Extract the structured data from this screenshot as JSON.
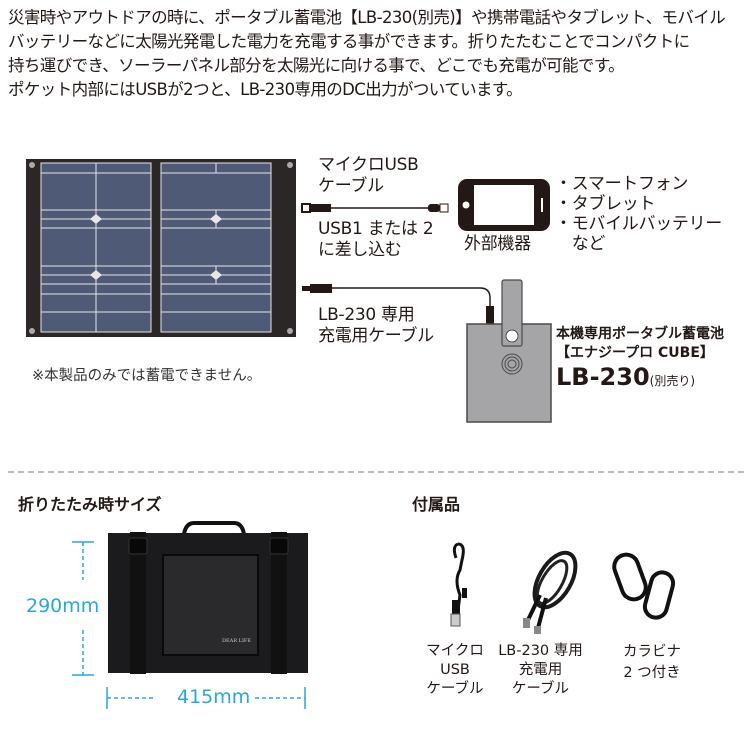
{
  "intro": {
    "lines": [
      "災害時やアウトドアの時に、ポータブル蓄電池【LB-230(別売)】や携帯電話やタブレット、モバイル",
      "バッテリーなどに太陽光発電した電力を充電する事ができます。折りたたむことでコンパクトに",
      "持ち運びでき、ソーラーパネル部分を太陽光に向ける事で、どこでも充電が可能です。",
      "ポケット内部にはUSBが2つと、LB-230専用のDC出力がついています。"
    ]
  },
  "diagram": {
    "usb_cable_label": [
      "マイクロUSB",
      "ケーブル"
    ],
    "usb_plug_label": [
      "USB1 または 2",
      "に差し込む"
    ],
    "device_label": "外部機器",
    "device_list": [
      "・スマートフォン",
      "・タブレット",
      "・モバイルバッテリー",
      "　など"
    ],
    "dc_cable_label": [
      "LB-230 専用",
      "充電用ケーブル"
    ],
    "battery_label_1": "本機専用ポータブル蓄電池",
    "battery_label_2": "【エナジープロ CUBE】",
    "battery_model": "LB-230",
    "battery_note": "(別売り)",
    "notice": "※本製品のみでは蓄電できません。",
    "colors": {
      "panel_frame": "#2b2727",
      "cell": "#4f5a76",
      "cell_line": "#e6e6e6",
      "battery": "#a5a4a6"
    }
  },
  "folded": {
    "title": "折りたたみ時サイズ",
    "height": "290mm",
    "width": "415mm",
    "brand": "DEAR LIFE",
    "dim_color": "#2aa7d8"
  },
  "accessories": {
    "title": "付属品",
    "items": [
      {
        "lines": [
          "マイクロ",
          "USB",
          "ケーブル"
        ]
      },
      {
        "lines": [
          "LB-230 専用",
          "充電用",
          "ケーブル"
        ]
      },
      {
        "lines": [
          "カラビナ",
          "2 つ付き"
        ]
      }
    ]
  }
}
